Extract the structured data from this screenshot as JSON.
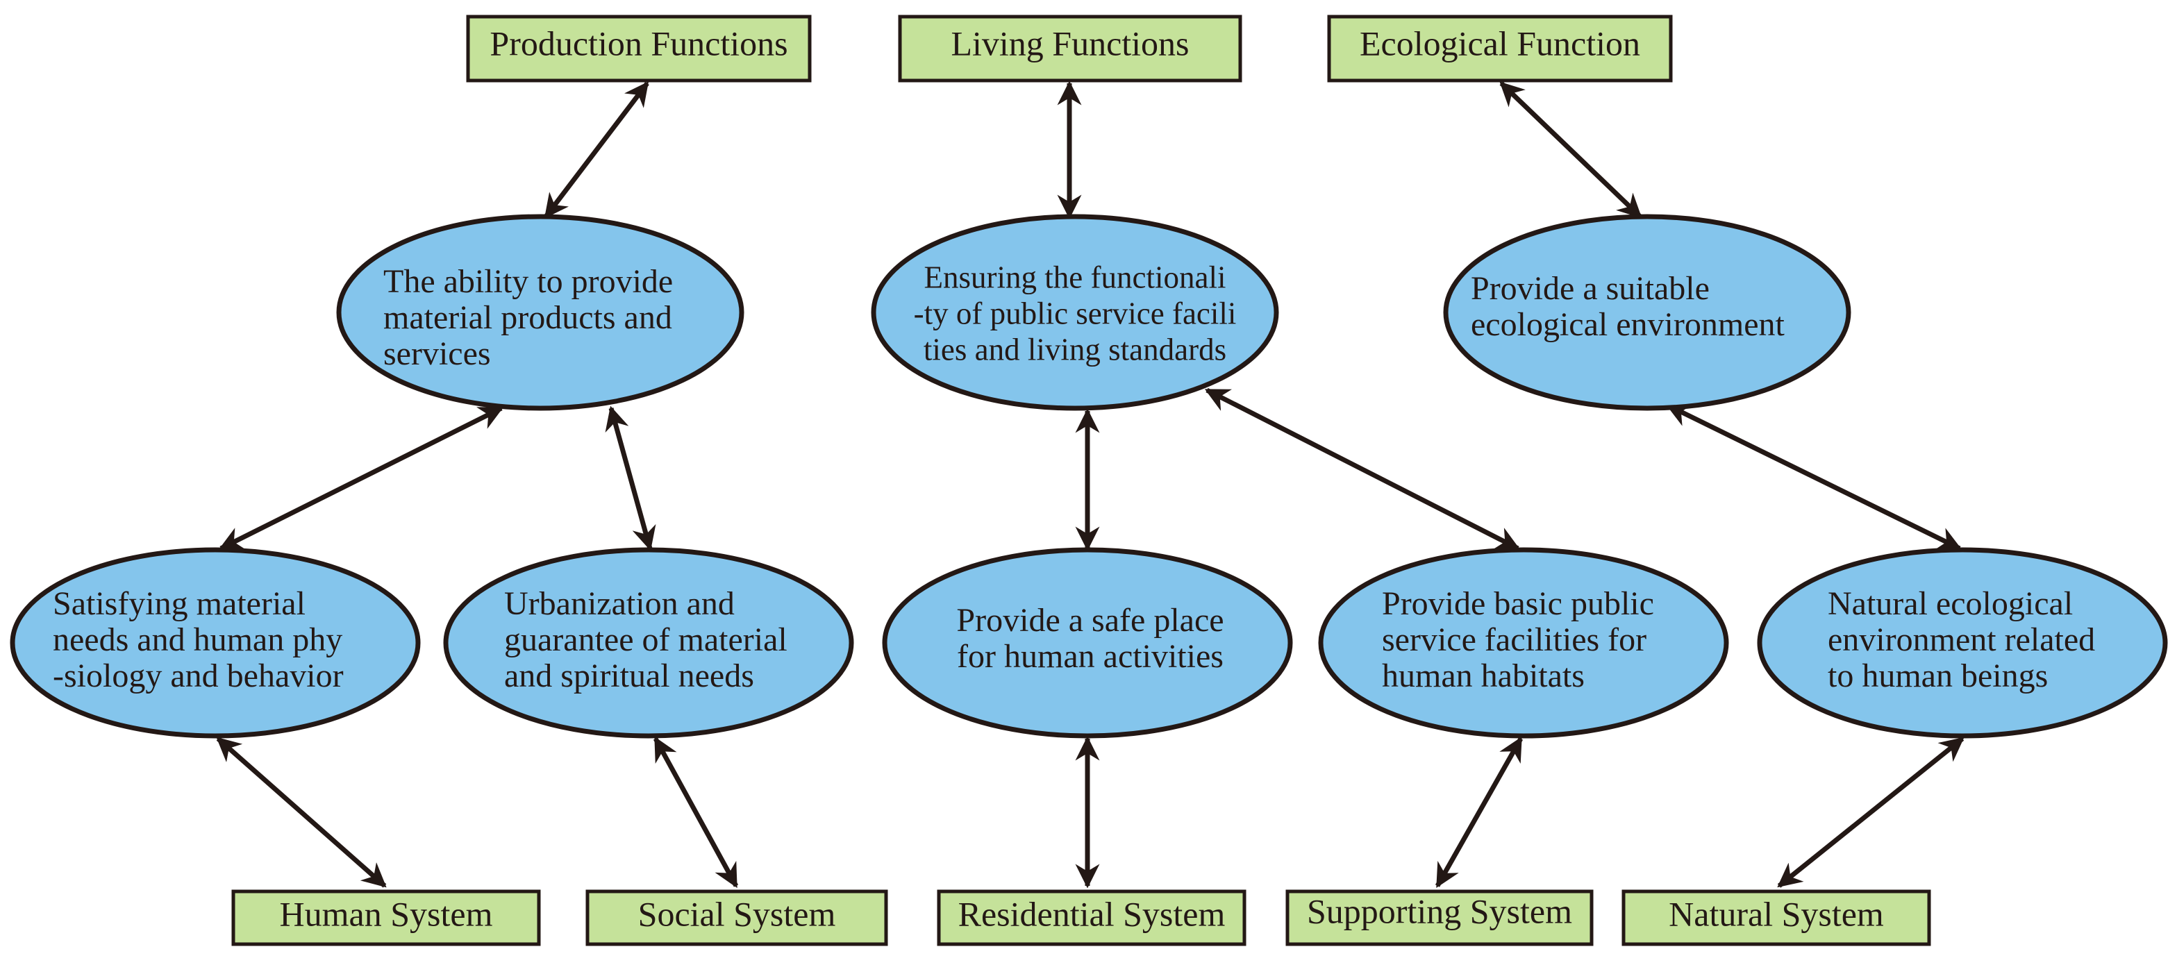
{
  "colors": {
    "box_fill": "#c5e29a",
    "ellipse_fill": "#84c5ec",
    "stroke": "#231815"
  },
  "top_functions": {
    "production": "Production Functions",
    "living": "Living Functions",
    "ecological": "Ecological Function"
  },
  "middle_nodes": {
    "material_products": [
      "The ability to provide",
      "material products and",
      "services"
    ],
    "public_service": [
      "Ensuring the functionali",
      "-ty of public service facili",
      "ties and living standards"
    ],
    "ecological_env": [
      "Provide a suitable",
      "ecological environment"
    ]
  },
  "lower_nodes": {
    "human_needs": [
      "Satisfying material",
      "needs and human phy",
      "-siology and behavior"
    ],
    "urbanization": [
      "Urbanization and",
      "guarantee of material",
      "and spiritual needs"
    ],
    "safe_place": [
      "Provide a safe place",
      "for human activities"
    ],
    "basic_facilities": [
      "Provide basic public",
      "service facilities for",
      "human habitats"
    ],
    "natural_ecological": [
      "Natural ecological",
      "environment related",
      "to human beings"
    ]
  },
  "bottom_systems": {
    "human": "Human System",
    "social": "Social System",
    "residential": "Residential System",
    "supporting": "Supporting System",
    "natural": "Natural System"
  }
}
